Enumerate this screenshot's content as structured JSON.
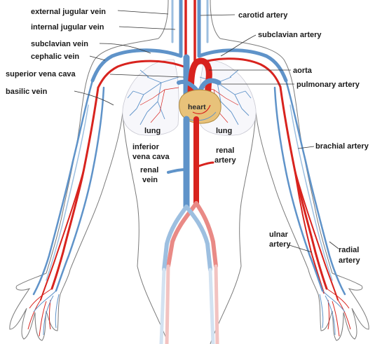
{
  "labels": {
    "external_jugular_vein": "external jugular vein",
    "internal_jugular_vein": "internal jugular vein",
    "subclavian_vein": "subclavian vein",
    "cephalic_vein": "cephalic vein",
    "superior_vena_cava": "superior vena cava",
    "basilic_vein": "basilic vein",
    "carotid_artery": "carotid artery",
    "subclavian_artery": "subclavian artery",
    "aorta": "aorta",
    "pulmonary_artery": "pulmonary artery",
    "heart": "heart",
    "lung_left": "lung",
    "lung_right": "lung",
    "inferior": "inferior",
    "vena_cava": "vena cava",
    "renal_artery_1": "renal",
    "renal_artery_2": "artery",
    "renal_vein_1": "renal",
    "renal_vein_2": "vein",
    "brachial_artery": "brachial artery",
    "ulnar_artery_1": "ulnar",
    "ulnar_artery_2": "artery",
    "radial_artery_1": "radial",
    "radial_artery_2": "artery"
  },
  "colors": {
    "artery": "#d8231e",
    "artery_light": "#e98a86",
    "vein": "#5f93c9",
    "vein_light": "#9dbfe0",
    "heart": "#e8c27a",
    "outline": "#7a7a7a"
  }
}
